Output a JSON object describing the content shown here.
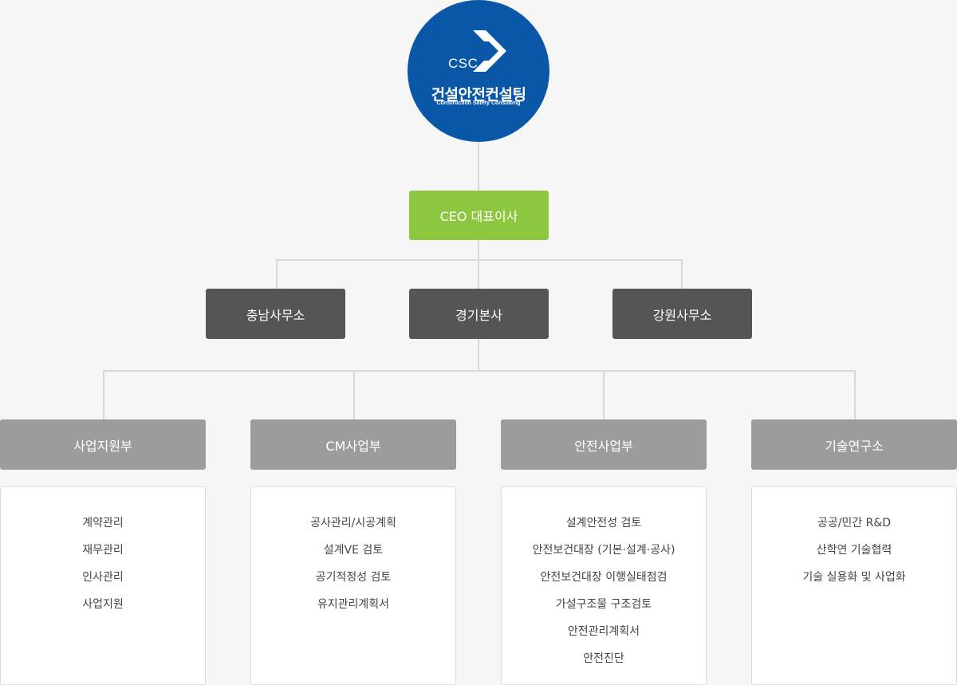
{
  "logo": {
    "csc": "CSC",
    "korean_name": "건설안전컨설팅",
    "english_name": "Construction Safety Consulting",
    "brand_color": "#0a57a8"
  },
  "ceo": {
    "label": "CEO 대표이사",
    "color": "#8dc63f"
  },
  "offices": [
    {
      "label": "충남사무소"
    },
    {
      "label": "경기본사"
    },
    {
      "label": "강원사무소"
    }
  ],
  "departments": [
    {
      "label": "사업지원부",
      "items": [
        "계약관리",
        "재무관리",
        "인사관리",
        "사업지원"
      ]
    },
    {
      "label": "CM사업부",
      "items": [
        "공사관리/시공계획",
        "설계VE 검토",
        "공기적정성 검토",
        "유지관리계획서"
      ]
    },
    {
      "label": "안전사업부",
      "items": [
        "설계안전성 검토",
        "안전보건대장 (기본·설계·공사)",
        "안전보건대장 이행실태점검",
        "가설구조물 구조검토",
        "안전관리계획서",
        "안전진단"
      ]
    },
    {
      "label": "기술연구소",
      "items": [
        "공공/민간 R&D",
        "산학연 기술협력",
        "기술 실용화 및 사업화"
      ]
    }
  ]
}
